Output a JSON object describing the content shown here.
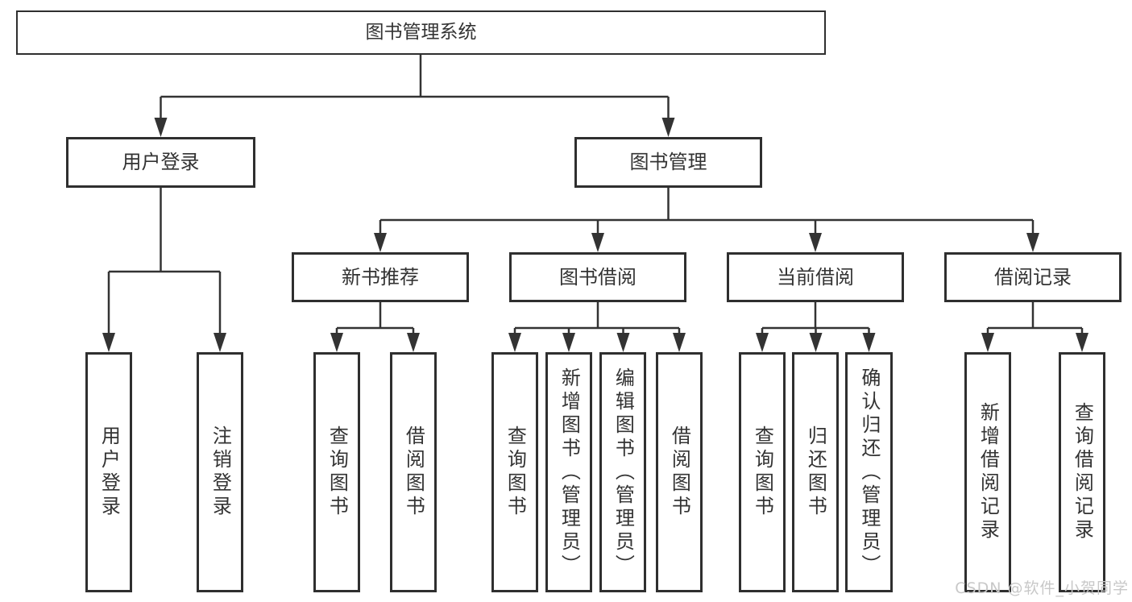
{
  "tree": {
    "root": "图书管理系统",
    "branches": [
      {
        "label": "用户登录",
        "children": [
          "用户登录",
          "注销登录"
        ]
      },
      {
        "label": "图书管理",
        "groups": [
          {
            "label": "新书推荐",
            "children": [
              "查询图书",
              "借阅图书"
            ]
          },
          {
            "label": "图书借阅",
            "children": [
              "查询图书",
              "新增图书（管理员）",
              "编辑图书（管理员）",
              "借阅图书"
            ]
          },
          {
            "label": "当前借阅",
            "children": [
              "查询图书",
              "归还图书",
              "确认归还（管理员）"
            ]
          },
          {
            "label": "借阅记录",
            "children": [
              "新增借阅记录",
              "查询借阅记录"
            ]
          }
        ]
      }
    ]
  },
  "watermark": "CSDN @软件_小贺同学",
  "colors": {
    "line": "#333333",
    "border": "#2f2f2f",
    "text": "#333333",
    "background": "#ffffff",
    "watermark": "#c8c8c8"
  }
}
